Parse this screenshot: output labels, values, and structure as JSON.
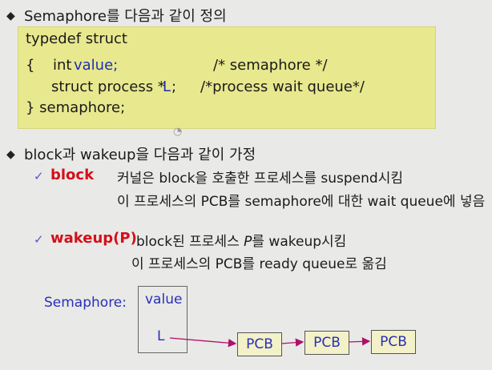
{
  "heading1": "Semaphore를 다음과 같이 정의",
  "code": {
    "line1": "typedef struct",
    "line2_brace": "{",
    "line2_int": "int",
    "line2_value": "value;",
    "line2_comment": "/* semaphore */",
    "line3_struct": "struct process *",
    "line3_L": "L",
    "line3_semi": ";",
    "line3_comment": "/*process wait queue*/",
    "line4": "} semaphore;"
  },
  "heading2": "block과 wakeup을 다음과 같이 가정",
  "block": {
    "label": "block",
    "desc1": "커널은 block을 호출한 프로세스를 suspend시킴",
    "desc2": "이 프로세스의 PCB를 semaphore에 대한 wait queue에 넣음"
  },
  "wakeup": {
    "label": "wakeup(P)",
    "desc1_pre": "block된 프로세스 ",
    "desc1_P": "P",
    "desc1_post": "를 wakeup시킴",
    "desc2": "이 프로세스의 PCB를 ready queue로 옮김"
  },
  "diagram": {
    "semaphore_label": "Semaphore:",
    "value_label": "value",
    "L_label": "L",
    "pcb_labels": [
      "PCB",
      "PCB",
      "PCB"
    ]
  },
  "icons": {
    "bullet": "diamond-bullet-icon",
    "check": "check-mark-icon"
  },
  "colors": {
    "code_bg": "#e8e88f",
    "emphasis": "#d2101a",
    "keyword_blue": "#1c2fb3"
  }
}
